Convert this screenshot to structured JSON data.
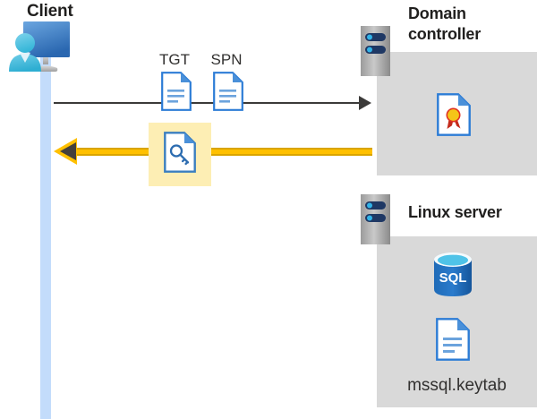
{
  "diagram": {
    "title": "Kerberos authentication flow between client, domain controller and Linux SQL server",
    "background_color": "#ffffff"
  },
  "client": {
    "title": "Client",
    "icon": "client-workstation-icon",
    "lifeline_color": "#c3dcfb"
  },
  "messages": {
    "request": {
      "labels": [
        "TGT",
        "SPN"
      ],
      "tgt_label": "TGT",
      "spn_label": "SPN",
      "direction": "client-to-domain-controller",
      "line_color": "#3b3a39",
      "tgt_icon": "document-icon",
      "spn_icon": "document-icon"
    },
    "response": {
      "direction": "domain-controller-to-client",
      "line_color": "#ffc000",
      "arrowhead_color": "#44403c",
      "icon": "key-document-icon",
      "highlight_color": "#fdeeb4"
    }
  },
  "domain_controller": {
    "title": "Domain controller",
    "title_line_1": "Domain",
    "title_line_2": "controller",
    "server_icon": "server-rack-icon",
    "panel_color": "#d9d9d9",
    "contents": [
      {
        "icon": "certificate-document-icon",
        "label": ""
      }
    ]
  },
  "linux_server": {
    "title": "Linux server",
    "server_icon": "server-rack-icon",
    "panel_color": "#d9d9d9",
    "contents": [
      {
        "icon": "sql-database-icon",
        "label": "SQL"
      },
      {
        "icon": "document-icon",
        "label": "mssql.keytab"
      }
    ],
    "sql_label": "SQL",
    "keytab_label": "mssql.keytab"
  },
  "colors": {
    "accent_blue": "#2c7cd6",
    "doc_fold_blue": "#4a90d9",
    "yellow": "#ffc000",
    "highlight_yellow": "#fdeeb4",
    "panel_grey": "#d9d9d9",
    "line_dark": "#3b3a39",
    "lifeline_blue": "#c3dcfb",
    "sql_blue": "#1f6bb8",
    "cert_gold": "#f5c518",
    "cert_ribbon_red": "#c42b1c"
  }
}
